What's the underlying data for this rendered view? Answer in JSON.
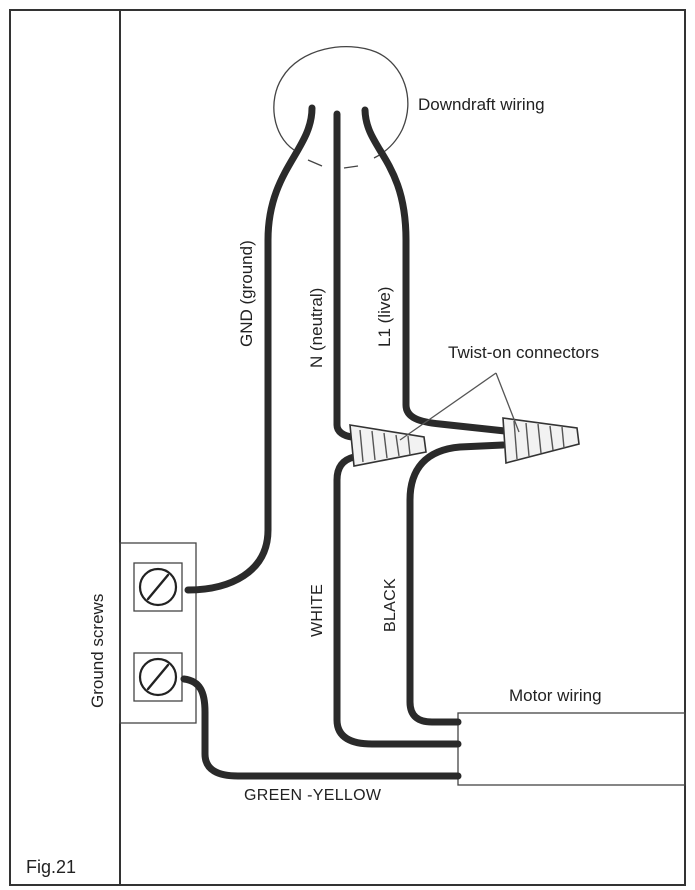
{
  "figure": {
    "fig_label": "Fig.21",
    "labels": {
      "downdraft_wiring": "Downdraft wiring",
      "gnd": "GND (ground)",
      "neutral": "N (neutral)",
      "live": "L1 (live)",
      "twist_on_connectors": "Twist-on connectors",
      "ground_screws": "Ground screws",
      "white": "WHITE",
      "black": "BLACK",
      "motor_wiring": "Motor wiring",
      "green_yellow": "GREEN -YELLOW"
    },
    "wire_color": "#2a2a2a"
  }
}
